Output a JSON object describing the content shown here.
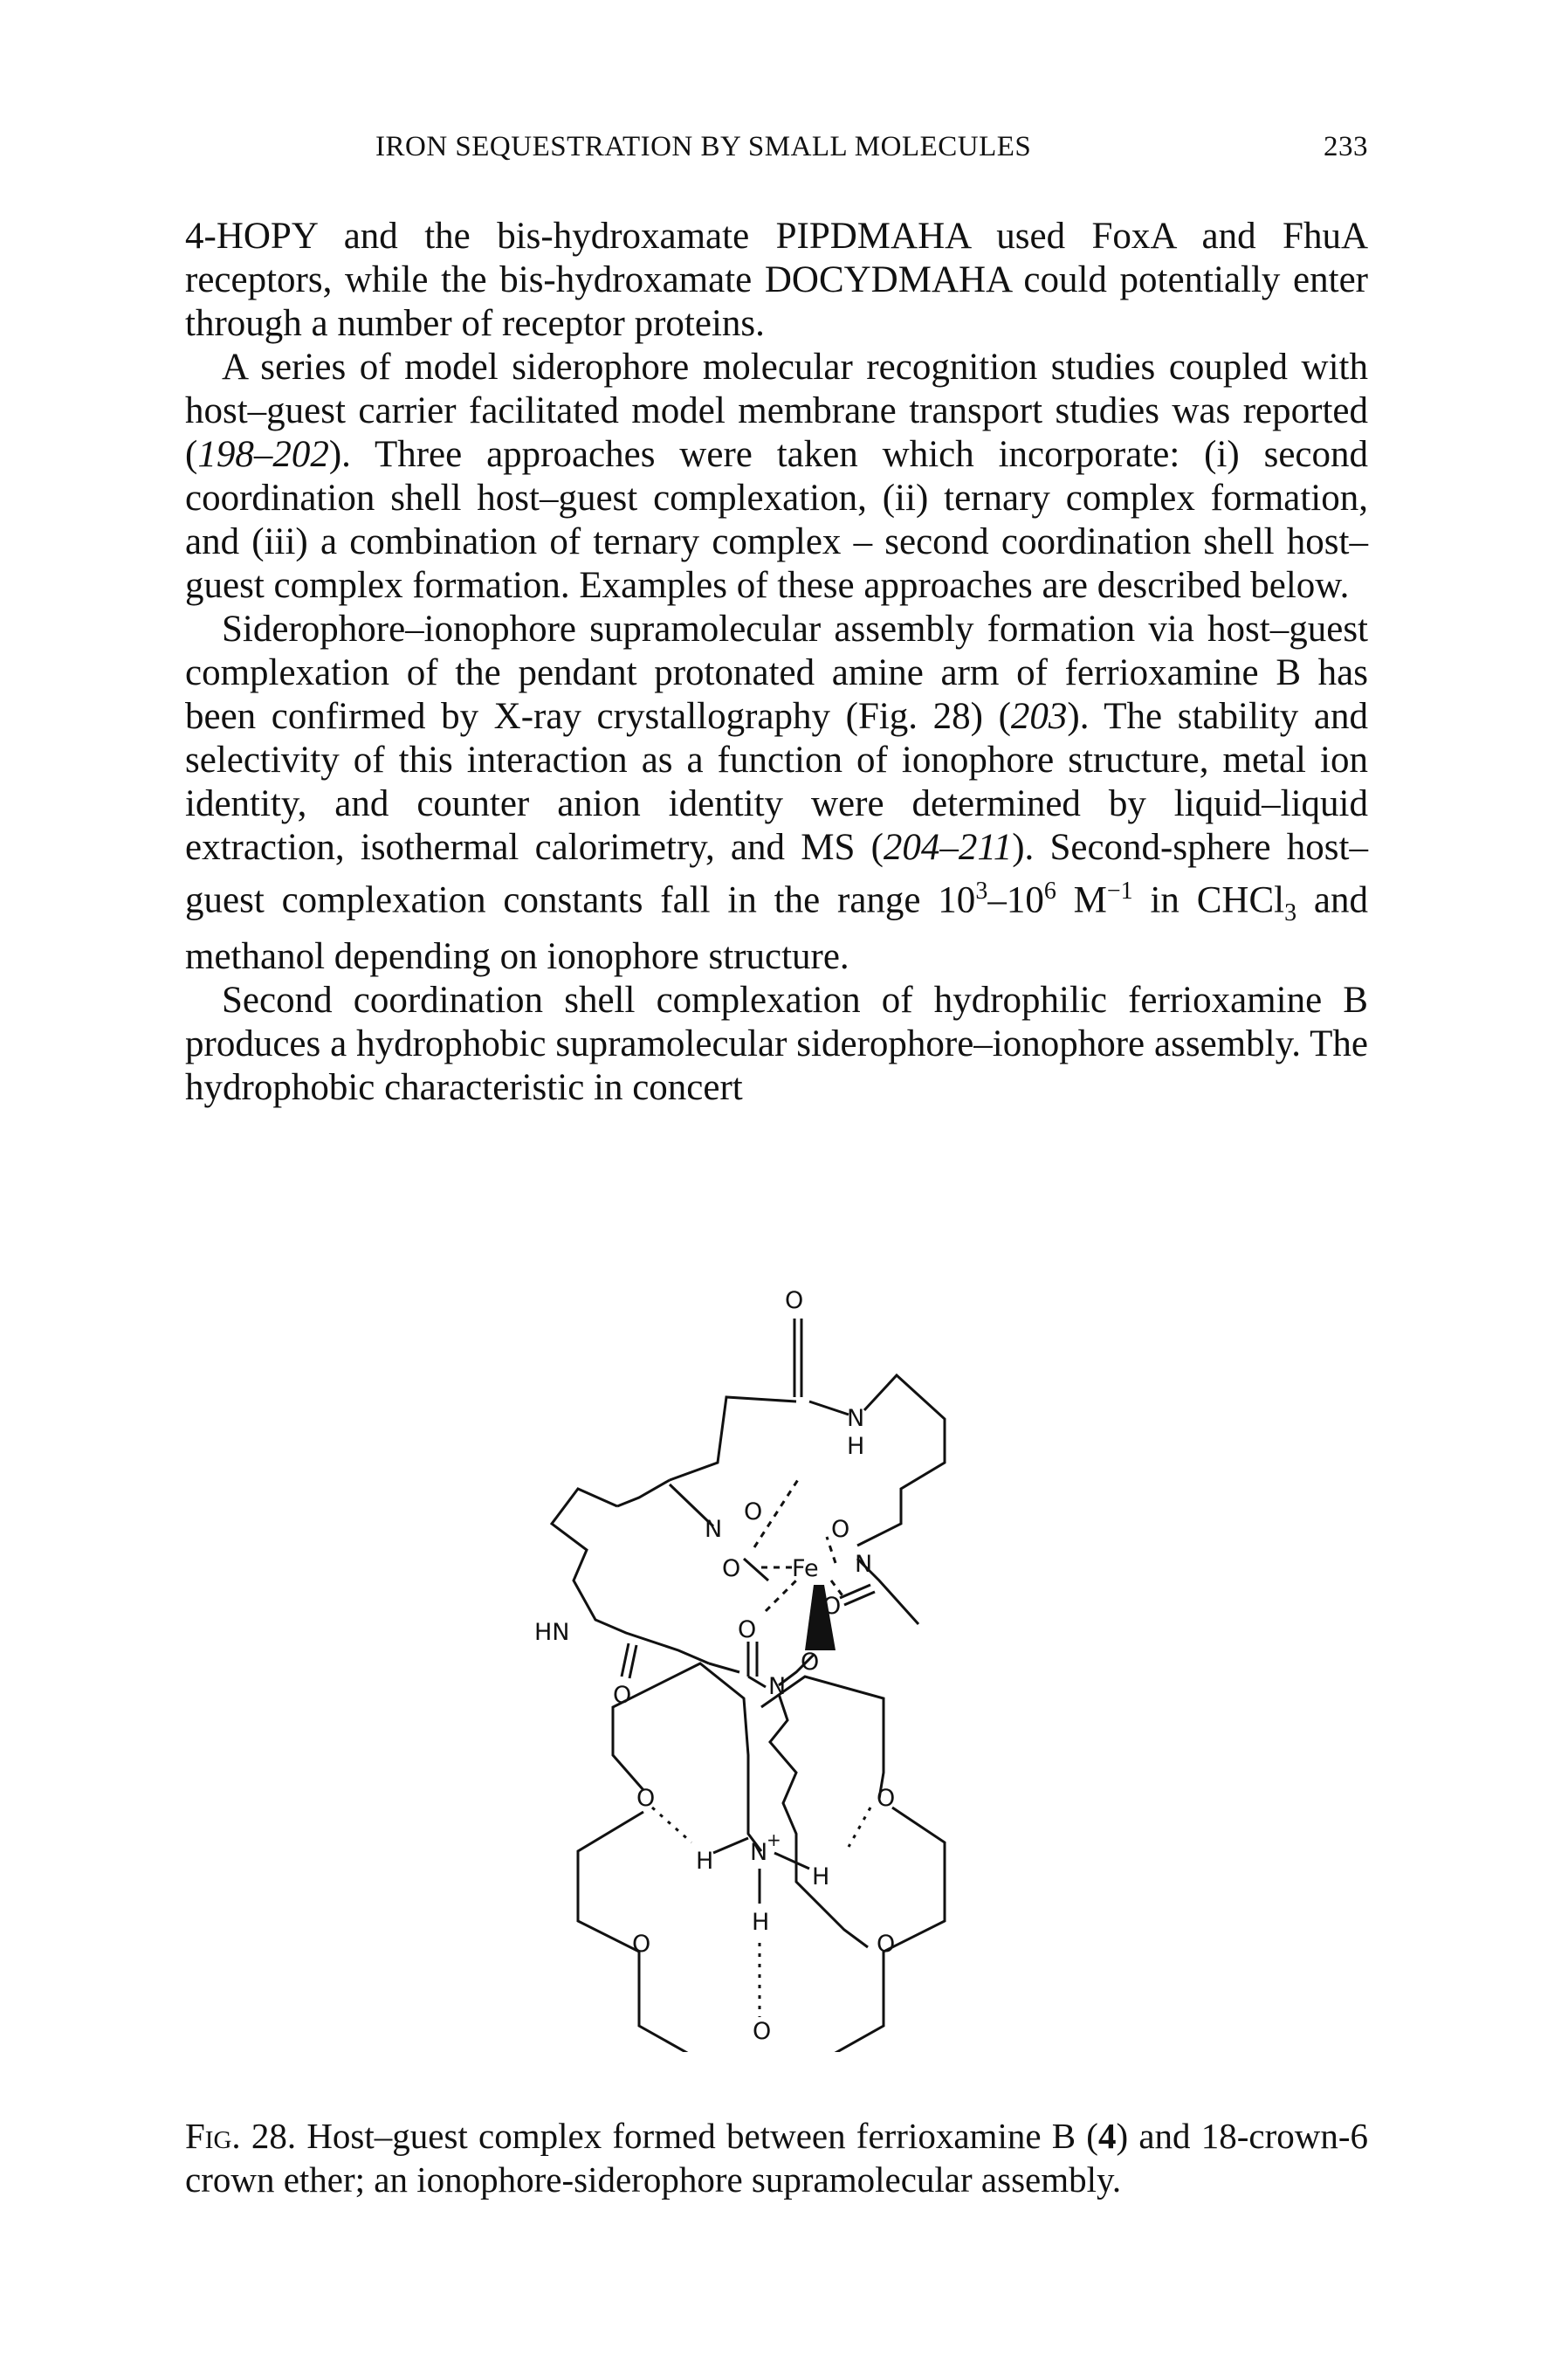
{
  "header": {
    "running_title": "IRON SEQUESTRATION BY SMALL MOLECULES",
    "page_number": "233"
  },
  "paragraphs": [
    {
      "segments": [
        {
          "text": "4-HOPY and the bis-hydroxamate PIPDMAHA used FoxA and FhuA receptors, while the bis-hydroxamate DOCYDMAHA could potentially enter through a number of receptor proteins."
        }
      ]
    },
    {
      "segments": [
        {
          "text": "A series of model siderophore molecular recognition studies coupled with host–guest carrier facilitated model membrane transport studies was reported ("
        },
        {
          "text": "198–202",
          "style": "italic"
        },
        {
          "text": "). Three approaches were taken which incorporate: (i) second coordination shell host–guest complexation, (ii) ternary complex formation, and (iii) a combination of ternary complex – second coordination shell host–guest complex formation. Examples of these approaches are described below."
        }
      ]
    },
    {
      "segments": [
        {
          "text": "Siderophore–ionophore supramolecular assembly formation via host–guest complexation of the pendant protonated amine arm of ferrioxamine B has been confirmed by X-ray crystallography (Fig. 28) ("
        },
        {
          "text": "203",
          "style": "italic"
        },
        {
          "text": "). The stability and selectivity of this interaction as a function of ionophore structure, metal ion identity, and counter anion identity were determined by liquid–liquid extraction, isothermal calorimetry, and MS ("
        },
        {
          "text": "204–211",
          "style": "italic"
        },
        {
          "text": "). Second-sphere host–guest complexation constants fall in the range 10"
        },
        {
          "text": "3",
          "style": "sup"
        },
        {
          "text": "–10"
        },
        {
          "text": "6",
          "style": "sup"
        },
        {
          "text": " M"
        },
        {
          "text": "−1",
          "style": "sup"
        },
        {
          "text": " in CHCl"
        },
        {
          "text": "3",
          "style": "sub"
        },
        {
          "text": " and methanol depending on ionophore structure."
        }
      ]
    },
    {
      "segments": [
        {
          "text": "Second coordination shell complexation of hydrophilic ferrioxamine B produces a hydrophobic supramolecular siderophore–ionophore assembly. The hydrophobic characteristic in concert"
        }
      ]
    }
  ],
  "figure": {
    "atoms": {
      "o_top": "O",
      "n_amide": "N",
      "h_amide": "H",
      "n_left": "N",
      "o_carbonyl_fe": "O",
      "o_right_top": "O",
      "n_right": "N",
      "o_left_fe": "O",
      "fe": "Fe",
      "o_right_lower": "O",
      "hn_left": "HN",
      "o_mid": "O",
      "o_mid2": "O",
      "n_bottom": "N",
      "o_lower_left": "O",
      "o_crown_ul": "O",
      "o_crown_ur": "O",
      "h_left": "H",
      "n_plus": "N",
      "plus": "+",
      "h_right": "H",
      "h_bottom": "H",
      "o_crown_ll": "O",
      "o_crown_lr": "O",
      "o_crown_bottom": "O"
    }
  },
  "caption": {
    "label": "Fig. 28.",
    "text_before": " Host–guest complex formed between ferrioxamine B (",
    "compound_number": "4",
    "text_after": ") and 18-crown-6 crown ether; an ionophore-siderophore supramolecular assembly."
  }
}
